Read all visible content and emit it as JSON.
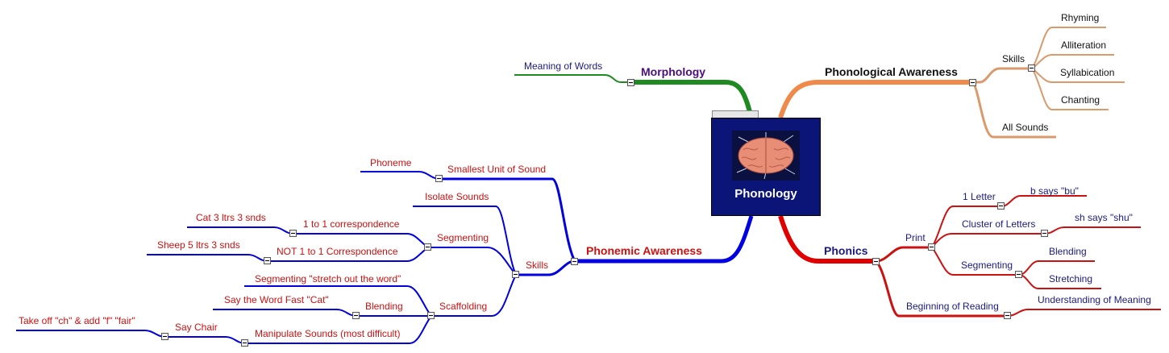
{
  "central": {
    "title": "Phonology"
  },
  "morphology": {
    "title": "Morphology",
    "meaning": "Meaning of Words"
  },
  "phonological_awareness": {
    "title": "Phonological Awareness",
    "skills": "Skills",
    "rhyming": "Rhyming",
    "alliteration": "Alliteration",
    "syllabication": "Syllabication",
    "chanting": "Chanting",
    "all_sounds": "All Sounds"
  },
  "phonics": {
    "title": "Phonics",
    "print": "Print",
    "one_letter": "1 Letter",
    "b_says": "b says \"bu\"",
    "cluster": "Cluster of Letters",
    "sh_says": "sh says \"shu\"",
    "segmenting": "Segmenting",
    "blending": "Blending",
    "stretching": "Stretching",
    "beginning": "Beginning of Reading",
    "understanding": "Understanding of Meaning"
  },
  "phonemic_awareness": {
    "title": "Phonemic Awareness",
    "smallest_unit": "Smallest Unit of Sound",
    "phoneme": "Phoneme",
    "skills": "Skills",
    "isolate": "Isolate Sounds",
    "segmenting": "Segmenting",
    "one_to_one": "1 to 1 correspondence",
    "cat": "Cat 3 ltrs 3 snds",
    "not_one_to_one": "NOT 1 to 1 Correspondence",
    "sheep": "Sheep 5 ltrs 3 snds",
    "scaffolding": "Scaffolding",
    "seg_stretch": "Segmenting \"stretch out the word\"",
    "blending": "Blending",
    "say_fast": "Say the Word Fast \"Cat\"",
    "manipulate": "Manipulate Sounds (most difficult)",
    "say_chair": "Say Chair",
    "take_off": "Take off \"ch\" & add \"f\" \"fair\""
  },
  "colors": {
    "red": "#cc1111",
    "blue": "#0000e0",
    "orange": "#f08a4b",
    "tan": "#d99a6c",
    "green": "#1f8a1f",
    "navy": "#1a1a80",
    "central_bg": "#0a1577"
  }
}
